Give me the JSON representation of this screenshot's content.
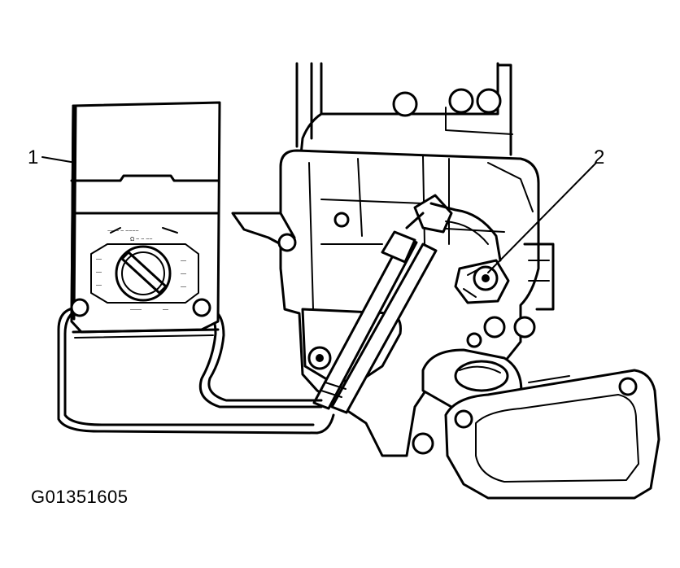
{
  "callouts": {
    "multimeter": "1",
    "sensor": "2"
  },
  "figure_id": "G01351605",
  "colors": {
    "line": "#000000",
    "background": "#ffffff"
  }
}
